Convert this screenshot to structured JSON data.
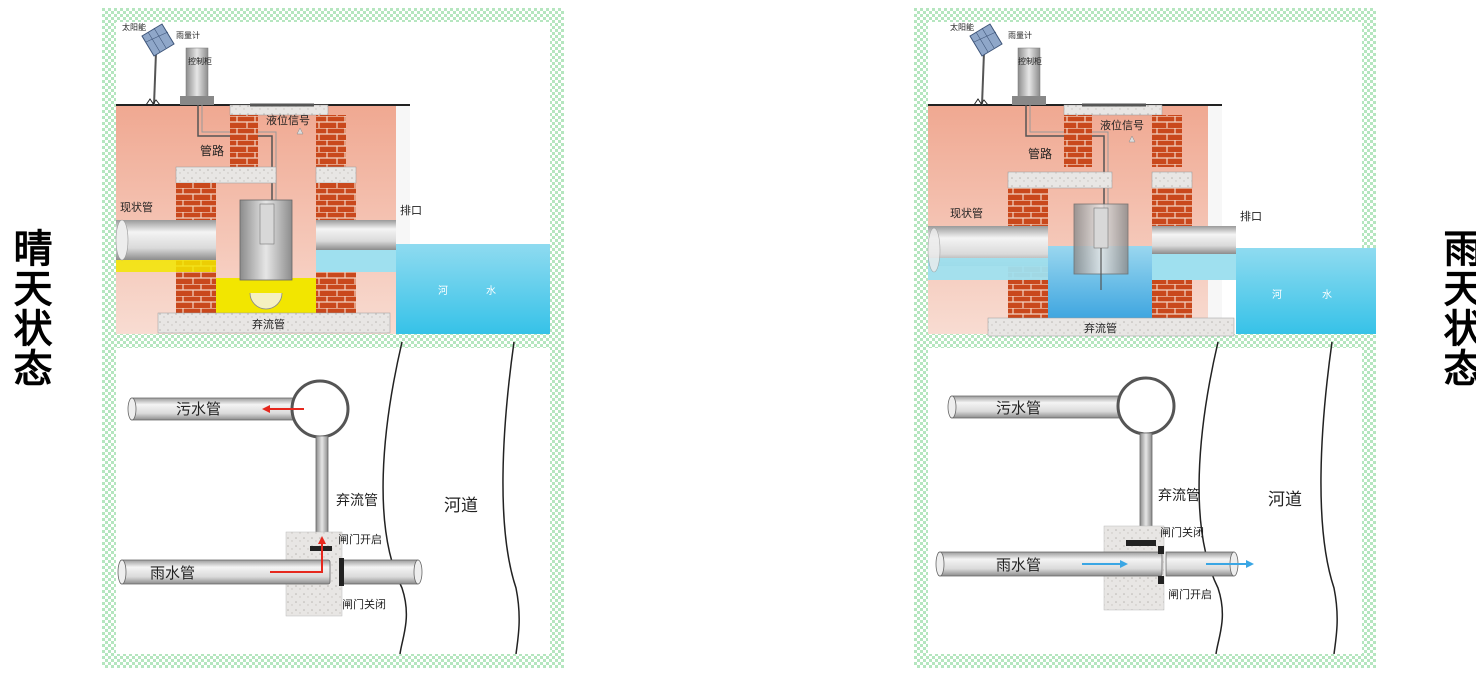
{
  "left_state_title": "晴天状态",
  "right_state_title": "雨天状态",
  "panels": [
    {
      "state": "sunny",
      "labels": {
        "solar": "太阳能",
        "rain_gauge": "雨量计",
        "control_cabinet": "控制柜",
        "level_signal": "液位信号",
        "piping": "管路",
        "existing_pipe": "现状管",
        "outlet": "排口",
        "river_water_1": "河",
        "river_water_2": "水",
        "discard_pipe_section": "弃流管",
        "sewage_pipe": "污水管",
        "discard_pipe_plan": "弃流管",
        "river_channel": "河道",
        "stormwater_pipe": "雨水管",
        "gate_upper": "闸门开启",
        "gate_lower": "闸门关闭"
      },
      "colors": {
        "fill": "#f2e600",
        "arrow": "#e6281e"
      }
    },
    {
      "state": "rainy",
      "labels": {
        "solar": "太阳能",
        "rain_gauge": "雨量计",
        "control_cabinet": "控制柜",
        "level_signal": "液位信号",
        "piping": "管路",
        "existing_pipe": "现状管",
        "outlet": "排口",
        "river_water_1": "河",
        "river_water_2": "水",
        "discard_pipe_section": "弃流管",
        "sewage_pipe": "污水管",
        "discard_pipe_plan": "弃流管",
        "river_channel": "河道",
        "stormwater_pipe": "雨水管",
        "gate_upper": "闸门关闭",
        "gate_lower": "闸门开启"
      },
      "colors": {
        "fill": "#5bbfe8",
        "arrow": "#3aa6e4"
      }
    }
  ]
}
